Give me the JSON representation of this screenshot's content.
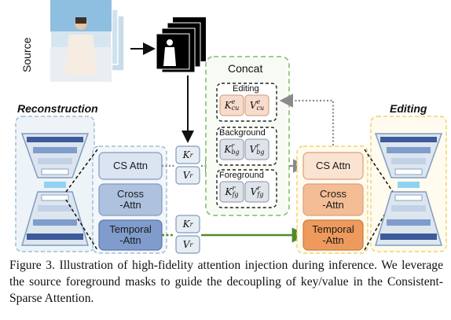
{
  "labels": {
    "source": "Source",
    "concat": "Concat",
    "reconstruction": "Reconstruction",
    "editing_title": "Editing",
    "editing_group": "Editing",
    "background_group": "Background",
    "foreground_group": "Foreground"
  },
  "left_column": {
    "cs_attn": "CS Attn",
    "cross_attn_1": "Cross",
    "cross_attn_2": "-Attn",
    "temporal_attn_1": "Temporal",
    "temporal_attn_2": "-Attn"
  },
  "right_column": {
    "cs_attn": "CS Attn",
    "cross_attn_1": "Cross",
    "cross_attn_2": "-Attn",
    "temporal_attn_1": "Temporal",
    "temporal_attn_2": "-Attn"
  },
  "kv": {
    "k_base": "K",
    "v_base": "V",
    "r_sup": "r",
    "e_sup": "e",
    "cu_sub": "cu",
    "bg_sub": "bg",
    "fg_sub": "fg"
  },
  "caption": {
    "figure": "Figure 3.",
    "text": "Illustration of high-fidelity attention injection during inference. We leverage the source foreground masks to guide the decoupling of key/value in the Consistent-Sparse Attention."
  },
  "colors": {
    "recon_fill": "#c9d8e8",
    "recon_border": "#8fb3cf",
    "cs_fill": "#dbe4f1",
    "cross_fill": "#aec2e0",
    "temporal_fill": "#7f9ccc",
    "edit_cs_fill": "#fbe3d2",
    "edit_cross_fill": "#f5bd96",
    "edit_temporal_fill": "#ee9a5c",
    "editing_border": "#f2d36b",
    "concat_border": "#93c47d",
    "green_arrow": "#4f8a2e",
    "gray_arrow": "#9a9a9a",
    "kv_edit_fill": "#f8dccb",
    "kv_bg_fill": "#dfe3ea",
    "kv_r_fill": "#e8edf4"
  }
}
